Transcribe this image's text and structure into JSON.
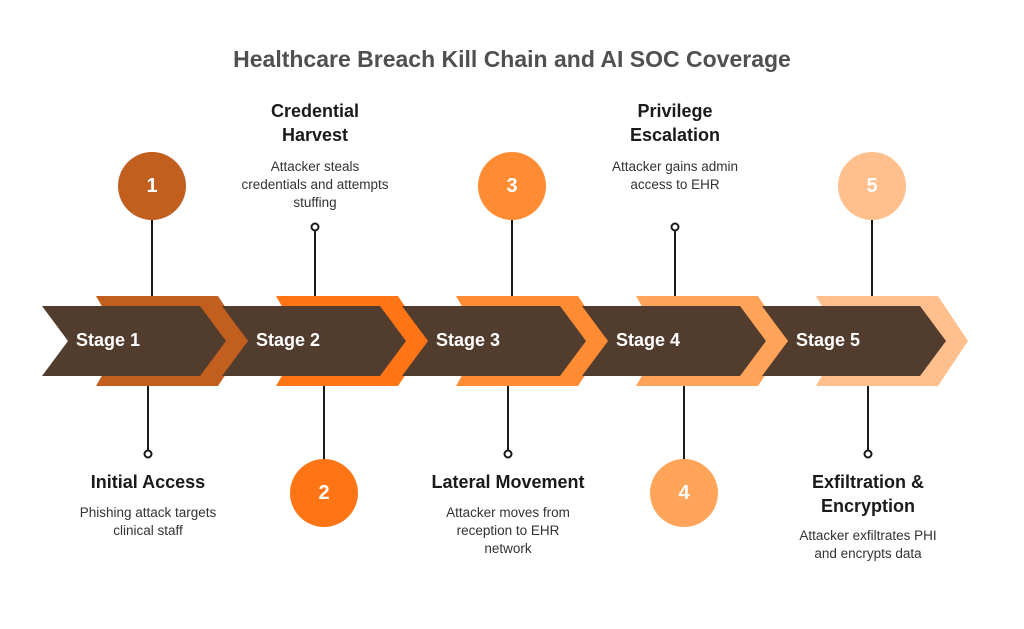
{
  "title": "Healthcare Breach Kill Chain and AI SOC Coverage",
  "colors": {
    "arrow_body": "#523C2E",
    "stage1": "#C25E1E",
    "stage2": "#FF7415",
    "stage3": "#FF8C32",
    "stage4": "#FFA458",
    "stage5": "#FFC08E"
  },
  "stages": [
    {
      "label": "Stage 1",
      "number": "1",
      "heading": "Initial Access",
      "description": "Phishing attack targets clinical staff"
    },
    {
      "label": "Stage 2",
      "number": "2",
      "heading": "Credential Harvest",
      "description": "Attacker steals credentials and attempts stuffing"
    },
    {
      "label": "Stage 3",
      "number": "3",
      "heading": "Lateral Movement",
      "description": "Attacker moves from reception to EHR network"
    },
    {
      "label": "Stage 4",
      "number": "4",
      "heading": "Privilege Escalation",
      "description": "Attacker gains admin access to EHR"
    },
    {
      "label": "Stage 5",
      "number": "5",
      "heading": "Exfiltration & Encryption",
      "description": "Attacker exfiltrates PHI and encrypts data"
    }
  ]
}
